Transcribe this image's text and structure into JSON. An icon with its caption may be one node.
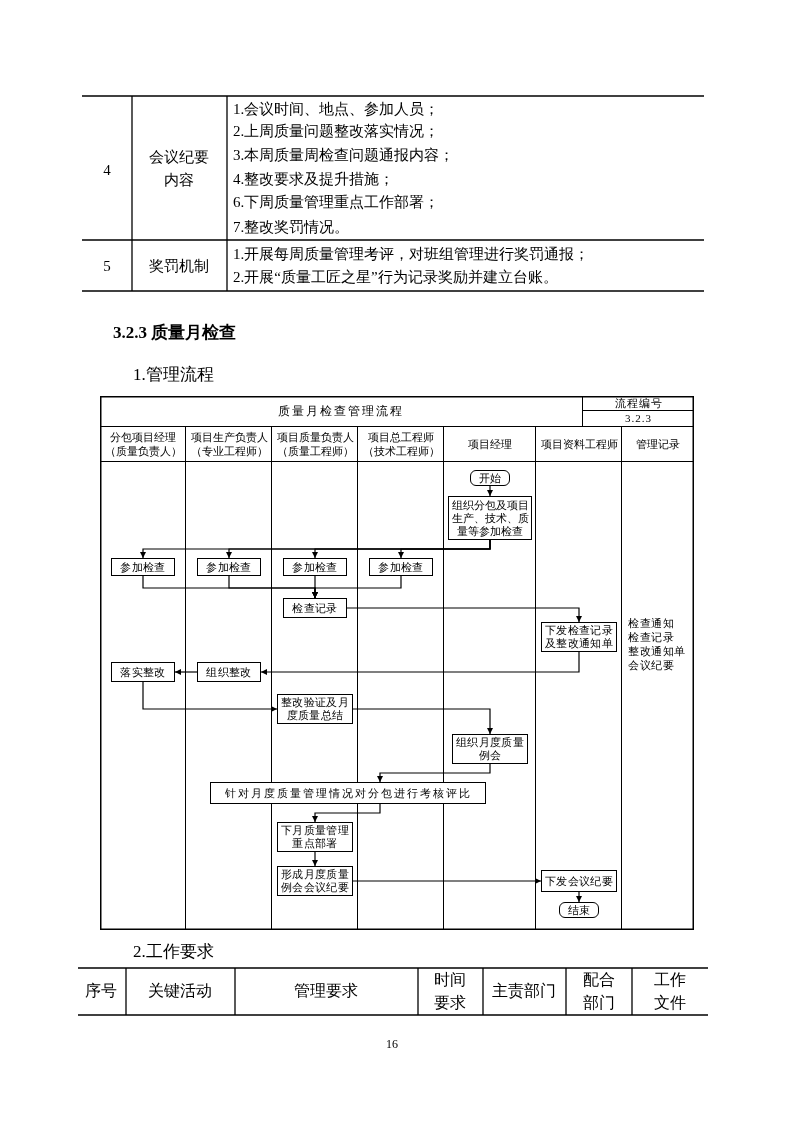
{
  "diagram": {
    "title": "质量月检查管理流程",
    "nodes": [
      {
        "text": [
          "分包项目经理（质量负责人）"
        ]
      },
      {
        "text": [
          "项目生产负责人（专业工程师）"
        ]
      },
      {
        "text": [
          "项目质量负责人（质量工程师）"
        ]
      },
      {
        "text": [
          "项目总工程师（技术工程师）"
        ]
      },
      {
        "text": [
          "项目经理"
        ]
      },
      {
        "text": [
          "项目资料工程师"
        ]
      },
      {
        "text": [
          "管理记录",
          "检查通知",
          "检查记录",
          "整改通知单",
          "会议纪要"
        ]
      },
      {
        "text": [
          "开始"
        ],
        "in": 4
      },
      {
        "text": [
          "组织分包及项目生产、技术、质量等参加检查"
        ],
        "in": 4
      },
      {
        "text": [
          "参加检查"
        ],
        "in": 0
      },
      {
        "text": [
          "参加检查"
        ],
        "in": 1
      },
      {
        "text": [
          "参加检查"
        ],
        "in": 2
      },
      {
        "text": [
          "参加检查"
        ],
        "in": 3
      },
      {
        "text": [
          "检查记录"
        ],
        "in": 2
      },
      {
        "text": [
          "下发检查记录及整改通知单"
        ],
        "in": 5
      },
      {
        "text": [
          "落实整改"
        ],
        "in": 0
      },
      {
        "text": [
          "组织整改"
        ],
        "in": 1
      },
      {
        "text": [
          "整改验证及月度质量总结"
        ],
        "in": 2
      },
      {
        "text": [
          "组织月度质量例会"
        ],
        "in": 4
      },
      {
        "text": [
          "针对月度质量管理情况对分包进行考核评比"
        ]
      },
      {
        "text": [
          "下月质量管理重点部署"
        ],
        "in": 2
      },
      {
        "text": [
          "形成月度质量例会会议纪要"
        ],
        "in": 2
      },
      {
        "text": [
          "下发会议纪要"
        ],
        "in": 5
      },
      {
        "text": [
          "结束"
        ],
        "in": 5
      }
    ],
    "edges": [
      {
        "from": 7,
        "to": 8,
        "arrow": "to"
      },
      {
        "from": 8,
        "to": 9,
        "arrow": "to"
      },
      {
        "from": 8,
        "to": 10,
        "arrow": "to"
      },
      {
        "from": 8,
        "to": 11,
        "arrow": "to"
      },
      {
        "from": 8,
        "to": 12,
        "arrow": "to"
      },
      {
        "from": 9,
        "to": 13,
        "arrow": "to"
      },
      {
        "from": 10,
        "to": 13,
        "arrow": "to"
      },
      {
        "from": 11,
        "to": 13,
        "arrow": "to"
      },
      {
        "from": 12,
        "to": 13,
        "arrow": "to"
      },
      {
        "from": 13,
        "to": 14,
        "arrow": "to"
      },
      {
        "from": 14,
        "to": 16,
        "arrow": "to"
      },
      {
        "from": 16,
        "to": 15,
        "arrow": "to"
      },
      {
        "from": 15,
        "to": 17,
        "arrow": "to"
      },
      {
        "from": 17,
        "to": 18,
        "arrow": "to"
      },
      {
        "from": 18,
        "to": 19,
        "arrow": "to"
      },
      {
        "from": 19,
        "to": 20,
        "arrow": "to"
      },
      {
        "from": 20,
        "to": 21,
        "arrow": "to"
      },
      {
        "from": 21,
        "to": 22,
        "arrow": "to"
      },
      {
        "from": 22,
        "to": 23,
        "arrow": "to"
      }
    ],
    "labels": [
      "4",
      "会议纪要内容",
      "1.会议时间、地点、参加人员；",
      "2.上周质量问题整改落实情况；",
      "3.本周质量周检查问题通报内容；",
      "4.整改要求及提升措施；",
      "6.下周质量管理重点工作部署；",
      "7.整改奖罚情况。",
      "5",
      "奖罚机制",
      "1.开展每周质量管理考评，对班组管理进行奖罚通报；",
      "2.开展“质量工匠之星”行为记录奖励并建立台账。",
      "3.2.3 质量月检查",
      "1.管理流程",
      "流程编号",
      "3.2.3",
      "2.工作要求",
      "序号",
      "关键活动",
      "管理要求",
      "时间要求",
      "主责部门",
      "配合部门",
      "工作文件",
      "16"
    ]
  }
}
